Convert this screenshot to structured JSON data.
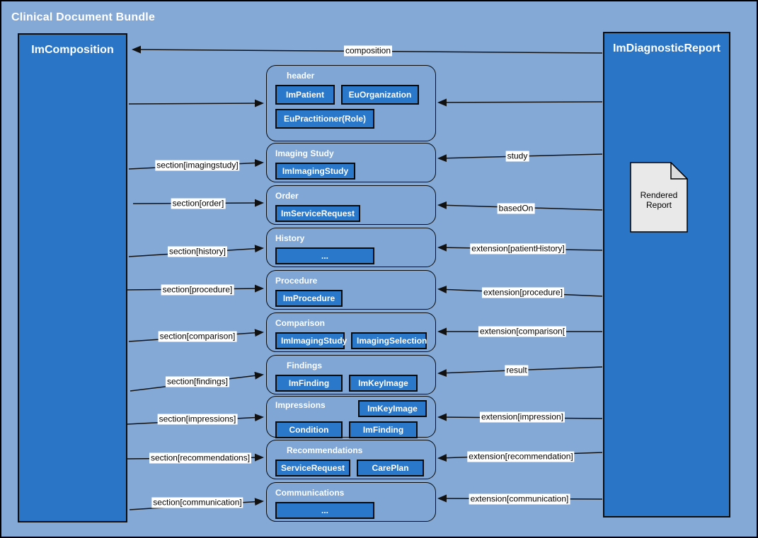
{
  "title": "Clinical Document Bundle",
  "colors": {
    "background": "#84a9d6",
    "entity_fill": "#2a75c6",
    "section_fill": "#7fa6d4",
    "box_fill": "#2a78c9",
    "document_fill": "#e9e9e9",
    "line": "#111111",
    "label_bg": "#ffffff"
  },
  "left_entity": {
    "label": "ImComposition"
  },
  "right_entity": {
    "label": "ImDiagnosticReport",
    "document_label": "Rendered Report"
  },
  "sections": [
    {
      "title": "header",
      "boxes": [
        "ImPatient",
        "EuOrganization",
        "EuPractitioner(Role)"
      ]
    },
    {
      "title": "Imaging Study",
      "boxes": [
        "ImImagingStudy"
      ]
    },
    {
      "title": "Order",
      "boxes": [
        "ImServiceRequest"
      ]
    },
    {
      "title": "History",
      "boxes": [
        "..."
      ]
    },
    {
      "title": "Procedure",
      "boxes": [
        "ImProcedure"
      ]
    },
    {
      "title": "Comparison",
      "boxes": [
        "ImImagingStudy",
        "ImagingSelection"
      ]
    },
    {
      "title": "Findings",
      "boxes": [
        "ImFinding",
        "ImKeyImage"
      ]
    },
    {
      "title": "Impressions",
      "boxes": [
        "ImKeyImage",
        "Condition",
        "ImFinding"
      ]
    },
    {
      "title": "Recommendations",
      "boxes": [
        "ServiceRequest",
        "CarePlan"
      ]
    },
    {
      "title": "Communications",
      "boxes": [
        "..."
      ]
    }
  ],
  "arrows": {
    "composition": "composition",
    "left": [
      "section[imagingstudy]",
      "section[order]",
      "section[history]",
      "section[procedure]",
      "section[comparison]",
      "section[findings]",
      "section[impressions]",
      "section[recommendations]",
      "section[communication]"
    ],
    "right": [
      "study",
      "basedOn",
      "extension[patientHistory]",
      "extension[procedure]",
      "extension[comparison[",
      "result",
      "extension[impression]",
      "extension[recommendation]",
      "extension[communication]"
    ]
  }
}
